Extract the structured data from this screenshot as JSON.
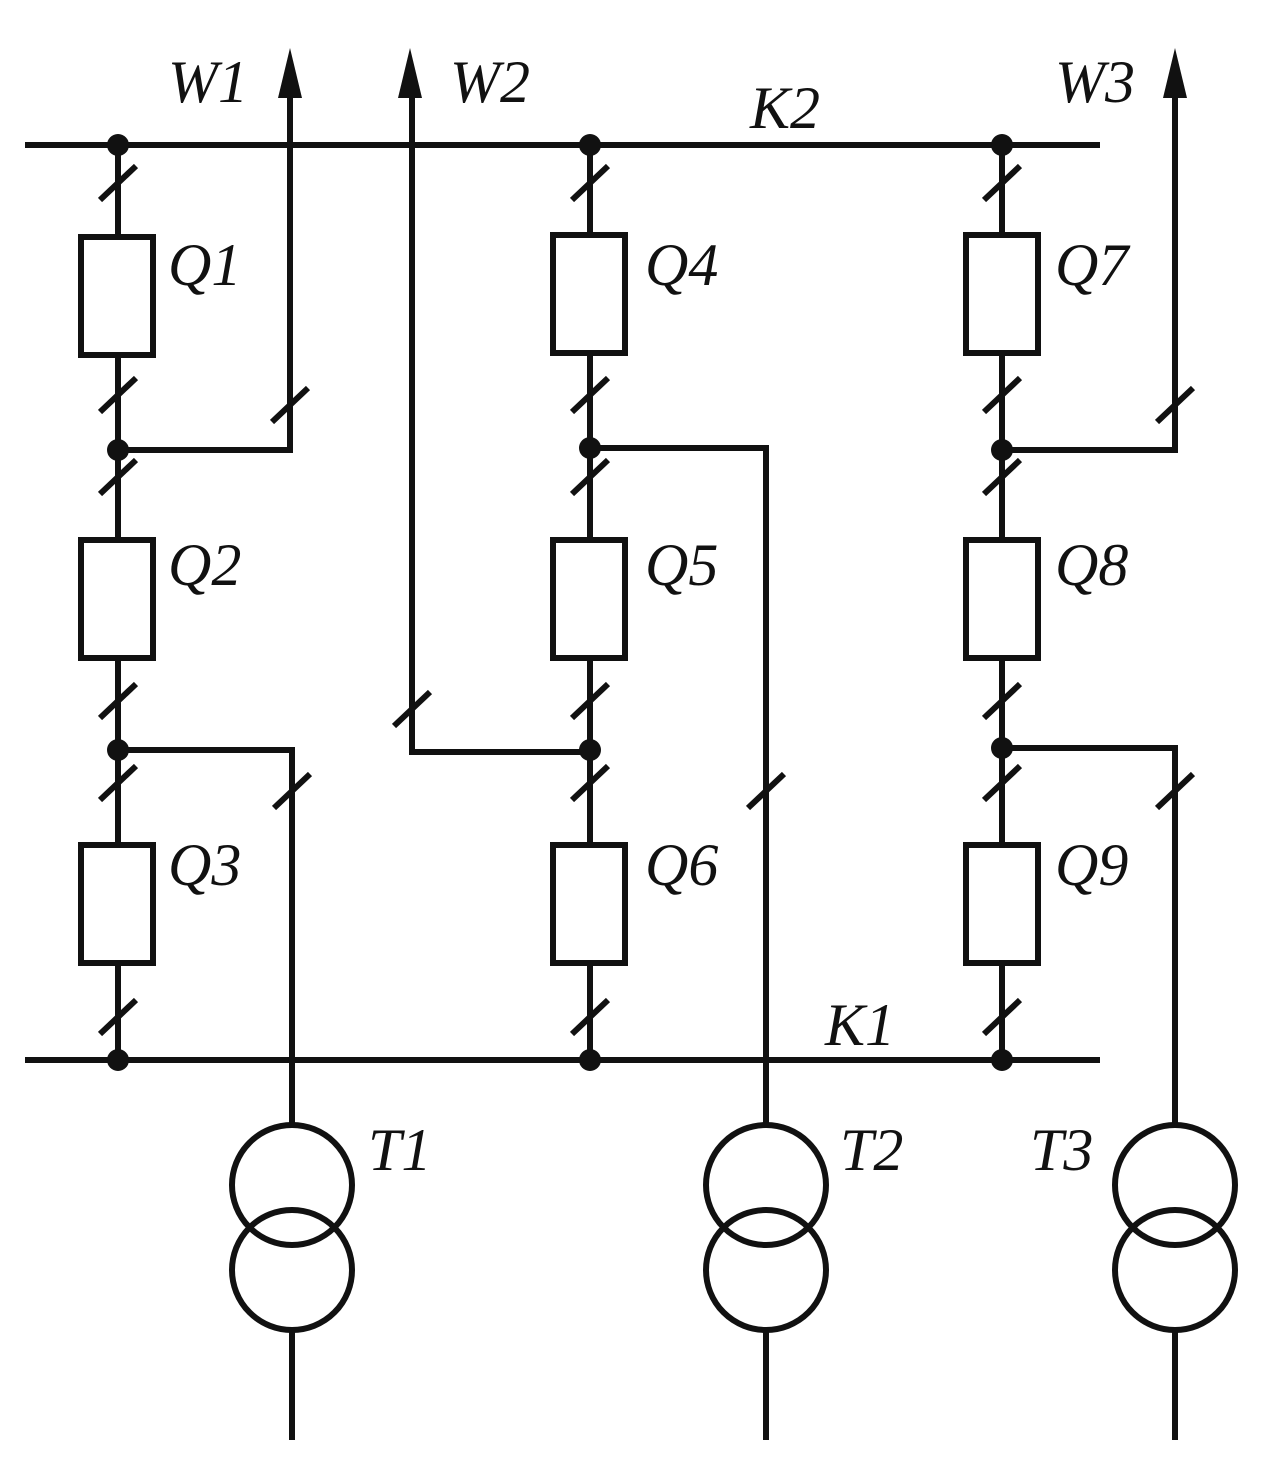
{
  "buses": {
    "upper": "K2",
    "lower": "K1"
  },
  "lines": [
    "W1",
    "W2",
    "W3"
  ],
  "breakers": [
    "Q1",
    "Q2",
    "Q3",
    "Q4",
    "Q5",
    "Q6",
    "Q7",
    "Q8",
    "Q9"
  ],
  "transformers": [
    "T1",
    "T2",
    "T3"
  ],
  "colors": {
    "ink": "#111111",
    "background": "#ffffff"
  }
}
